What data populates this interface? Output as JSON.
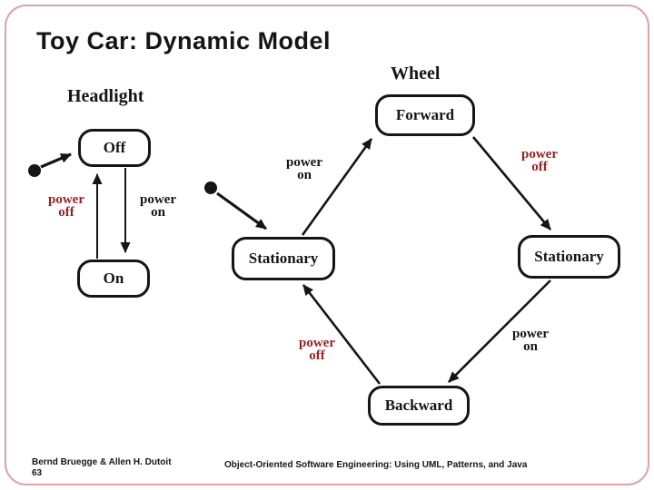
{
  "slide": {
    "title": "Toy Car: Dynamic Model",
    "footer": {
      "authors": "Bernd Bruegge & Allen H. Dutoit",
      "page_number": "63",
      "book_title": "Object-Oriented Software Engineering: Using UML, Patterns, and Java"
    }
  },
  "colors": {
    "state_border": "#151515",
    "power_off_label": "#a02020",
    "power_on_label": "#151515",
    "slide_border": "#dfa3a3"
  },
  "diagram": {
    "type": "uml-statechart",
    "machines": [
      {
        "label": "Headlight",
        "initial_state": "Off",
        "states": [
          {
            "name": "Off"
          },
          {
            "name": "On"
          }
        ],
        "transitions": [
          {
            "from": "Off",
            "to": "On",
            "label": "power\non",
            "label_color": "black"
          },
          {
            "from": "On",
            "to": "Off",
            "label": "power\noff",
            "label_color": "dark-red"
          }
        ]
      },
      {
        "label": "Wheel",
        "initial_state": "Stationary",
        "states": [
          {
            "name": "Forward"
          },
          {
            "name": "Stationary"
          },
          {
            "name": "Stationary"
          },
          {
            "name": "Backward"
          }
        ],
        "transitions": [
          {
            "from": "Stationary",
            "to": "Forward",
            "label": "power\non",
            "label_color": "black"
          },
          {
            "from": "Forward",
            "to": "Stationary",
            "label": "power\noff",
            "label_color": "dark-red"
          },
          {
            "from": "Stationary",
            "to": "Backward",
            "label": "power\non",
            "label_color": "black"
          },
          {
            "from": "Backward",
            "to": "Stationary",
            "label": "power\noff",
            "label_color": "dark-red"
          }
        ]
      }
    ]
  }
}
